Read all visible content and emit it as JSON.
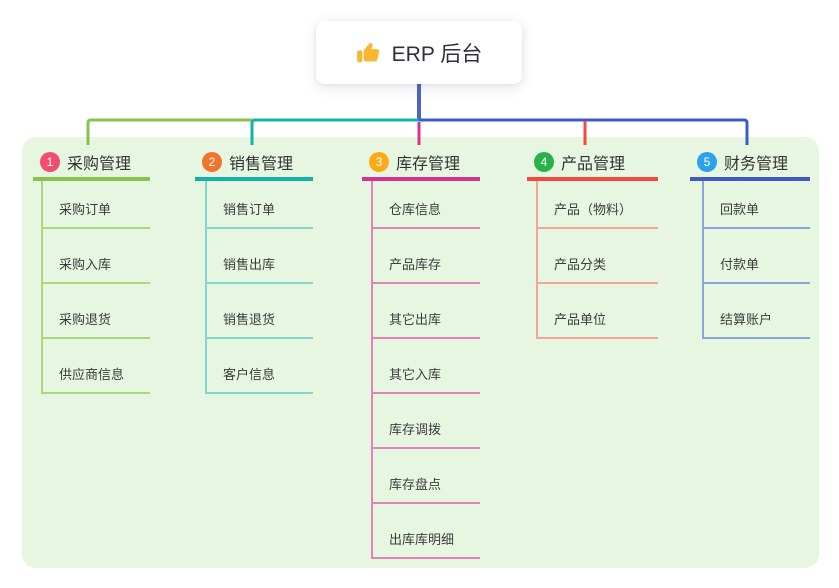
{
  "root": {
    "title": "ERP 后台",
    "icon": "thumbs-up-icon"
  },
  "branches": [
    {
      "num": "1",
      "label": "采购管理",
      "badge_color": "#f14e6d",
      "main_color": "#8ac24f",
      "light_color": "#abd77f",
      "children": [
        "采购订单",
        "采购入库",
        "采购退货",
        "供应商信息"
      ]
    },
    {
      "num": "2",
      "label": "销售管理",
      "badge_color": "#f0752c",
      "main_color": "#14b2a5",
      "light_color": "#82d6cb",
      "children": [
        "销售订单",
        "销售出库",
        "销售退货",
        "客户信息"
      ]
    },
    {
      "num": "3",
      "label": "库存管理",
      "badge_color": "#fbab16",
      "main_color": "#d4348f",
      "light_color": "#e383be",
      "children": [
        "仓库信息",
        "产品库存",
        "其它出库",
        "其它入库",
        "库存调拨",
        "库存盘点",
        "出库库明细"
      ]
    },
    {
      "num": "4",
      "label": "产品管理",
      "badge_color": "#27b24b",
      "main_color": "#f4493c",
      "light_color": "#f9a296",
      "children": [
        "产品（物料）",
        "产品分类",
        "产品单位"
      ]
    },
    {
      "num": "5",
      "label": "财务管理",
      "badge_color": "#2ba2ea",
      "main_color": "#3d5ac6",
      "light_color": "#8da3dd",
      "children": [
        "回款单",
        "付款单",
        "结算账户"
      ]
    }
  ],
  "colors": {
    "connector_root": "#4f63c5",
    "panel_bg": "#e7f6e1",
    "card_bg": "#ffffff"
  }
}
